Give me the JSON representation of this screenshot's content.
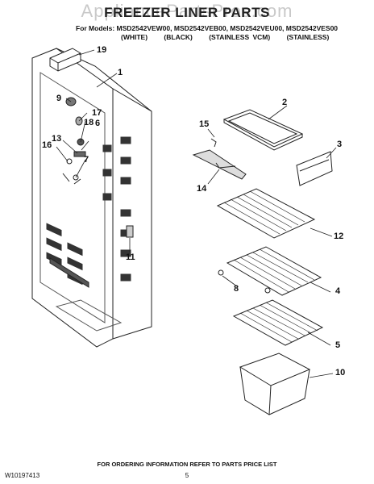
{
  "watermark": "AppliancePartsPros.com",
  "header": {
    "title": "FREEZER LINER PARTS",
    "models": "For Models: MSD2542VEW00, MSD2542VEB00, MSD2542VEU00, MSD2542VES00",
    "colors": [
      "(WHITE)",
      "(BLACK)",
      "(STAINLESS VCM)",
      "(STAINLESS)"
    ]
  },
  "callouts": {
    "c1": "1",
    "c2": "2",
    "c3": "3",
    "c4": "4",
    "c5": "5",
    "c6": "6",
    "c7": "7",
    "c8": "8",
    "c9": "9",
    "c10": "10",
    "c11": "11",
    "c12": "12",
    "c13": "13",
    "c14": "14",
    "c15": "15",
    "c16": "16",
    "c17": "17",
    "c18": "18",
    "c19": "19"
  },
  "footer": {
    "note": "FOR ORDERING INFORMATION REFER TO PARTS PRICE LIST",
    "doc_number": "W10197413",
    "page": "5"
  }
}
